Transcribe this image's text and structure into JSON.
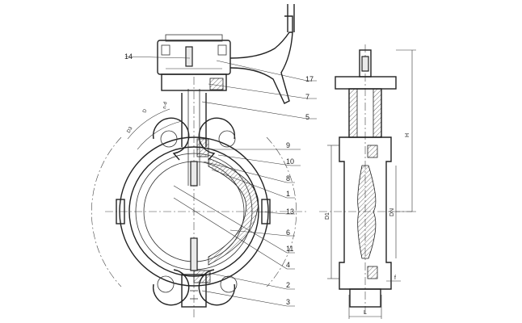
{
  "drawing": {
    "part_labels": {
      "p14": "14",
      "p17": "17",
      "p7": "7",
      "p5": "5",
      "p9": "9",
      "p10": "10",
      "p8": "8",
      "p1": "1",
      "p13": "13",
      "p6": "6",
      "p11": "11",
      "p4": "4",
      "p2": "2",
      "p3": "3"
    },
    "dimension_labels": {
      "d1": "D1",
      "dn": "DN",
      "h": "H",
      "l": "L",
      "f": "f"
    },
    "callout_labels": {
      "c1": "n-d",
      "c2": "D",
      "c3": "D3"
    }
  }
}
